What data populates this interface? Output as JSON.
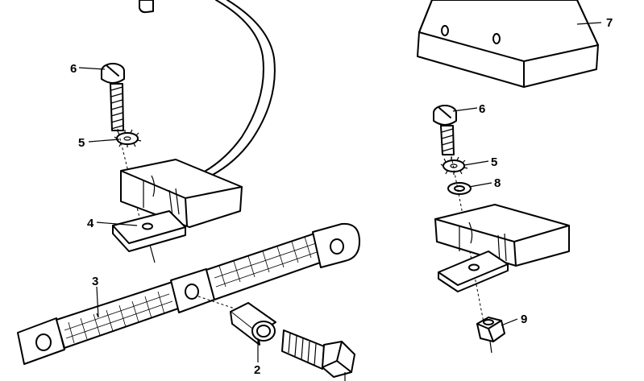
{
  "diagram": {
    "callouts": [
      {
        "id": "c6a",
        "text": "6"
      },
      {
        "id": "c5a",
        "text": "5"
      },
      {
        "id": "c4",
        "text": "4"
      },
      {
        "id": "c3",
        "text": "3"
      },
      {
        "id": "c2",
        "text": "2"
      },
      {
        "id": "c7",
        "text": "7"
      },
      {
        "id": "c6b",
        "text": "6"
      },
      {
        "id": "c5b",
        "text": "5"
      },
      {
        "id": "c8",
        "text": "8"
      },
      {
        "id": "c9",
        "text": "9"
      }
    ]
  }
}
